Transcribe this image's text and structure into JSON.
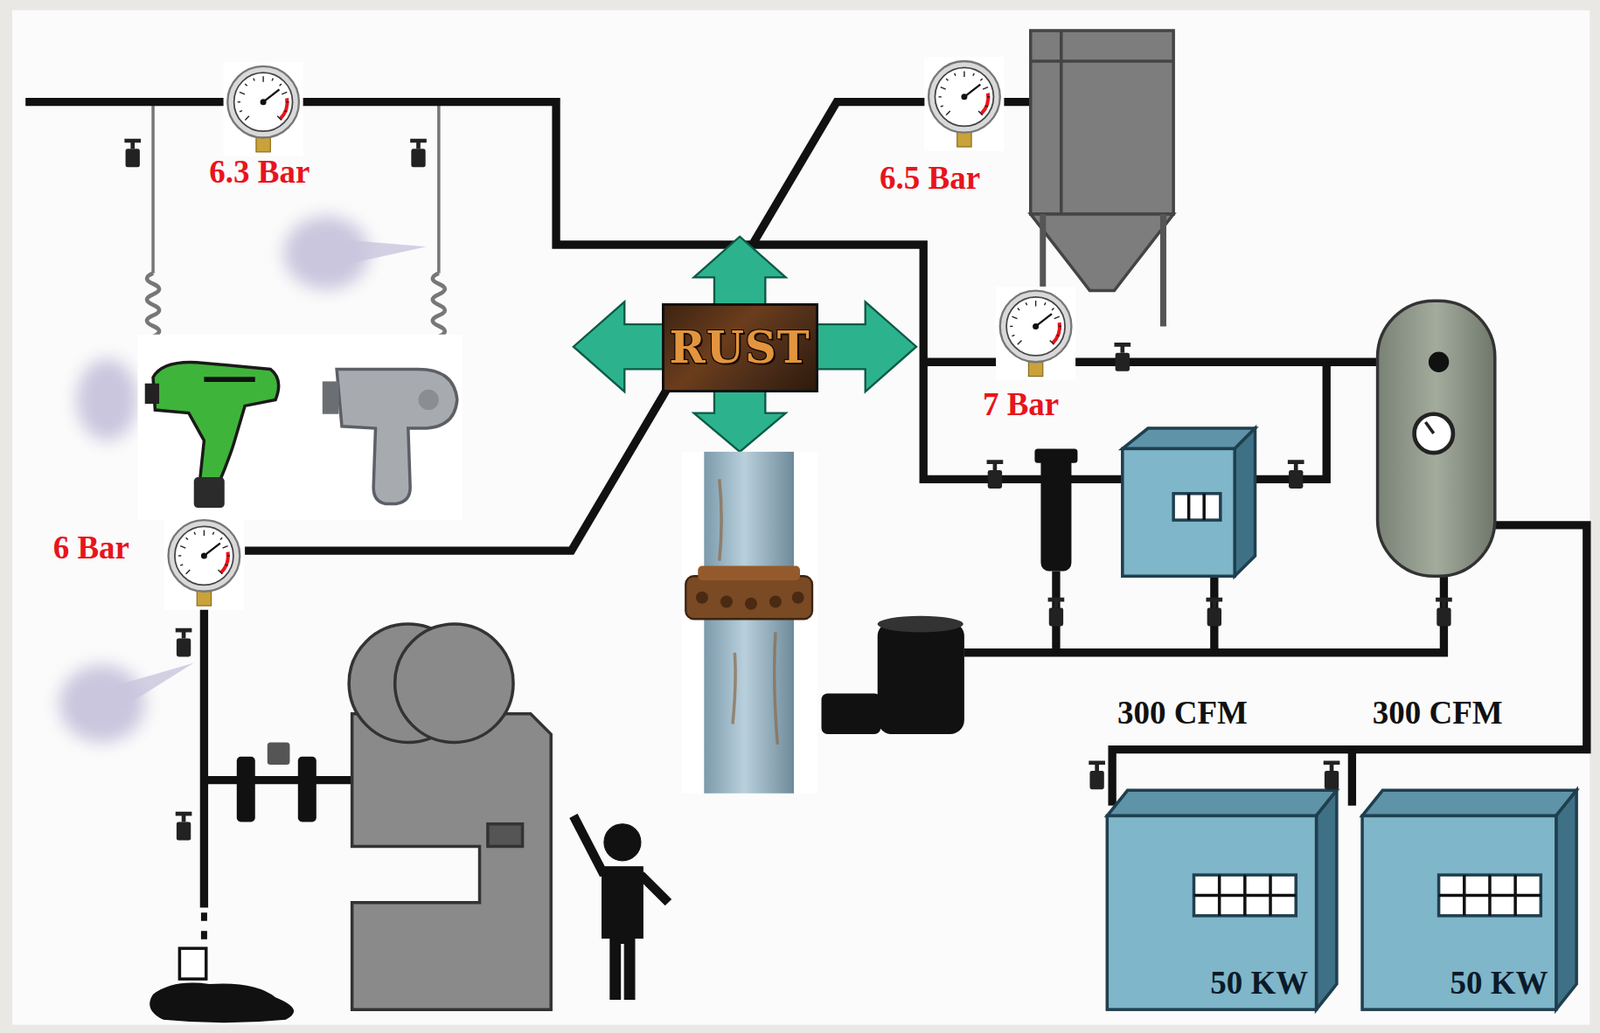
{
  "diagram": {
    "nodes": [
      {
        "text": [
          "RUST"
        ]
      },
      {
        "text": [
          "300 CFM",
          "50 KW"
        ]
      },
      {
        "text": [
          "300 CFM",
          "50 KW"
        ]
      }
    ],
    "labels": [
      "6.3 Bar",
      "6.5 Bar",
      "7 Bar",
      "6 Bar"
    ]
  }
}
